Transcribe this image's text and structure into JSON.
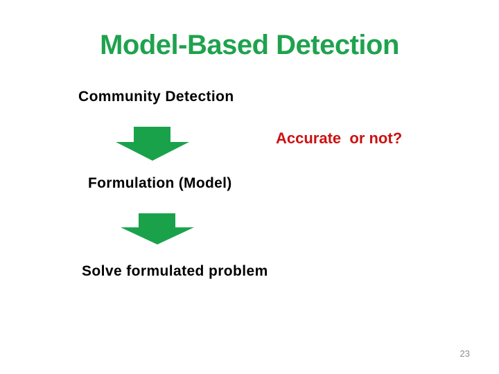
{
  "slide": {
    "title": "Model-Based Detection",
    "steps": {
      "step1": "Community Detection",
      "step2": "Formulation (Model)",
      "step3": "Solve formulated problem"
    },
    "annotation": "Accurate  or not?",
    "page_number": "23",
    "icons": {
      "arrow1": "down-arrow-icon",
      "arrow2": "down-arrow-icon"
    }
  },
  "colors": {
    "title_green": "#1fa24e",
    "arrow_green": "#1aa24b",
    "annotation_red": "#cc1111",
    "body_text_black": "#000000",
    "page_number_gray": "#8c8c8c",
    "background": "#ffffff"
  }
}
